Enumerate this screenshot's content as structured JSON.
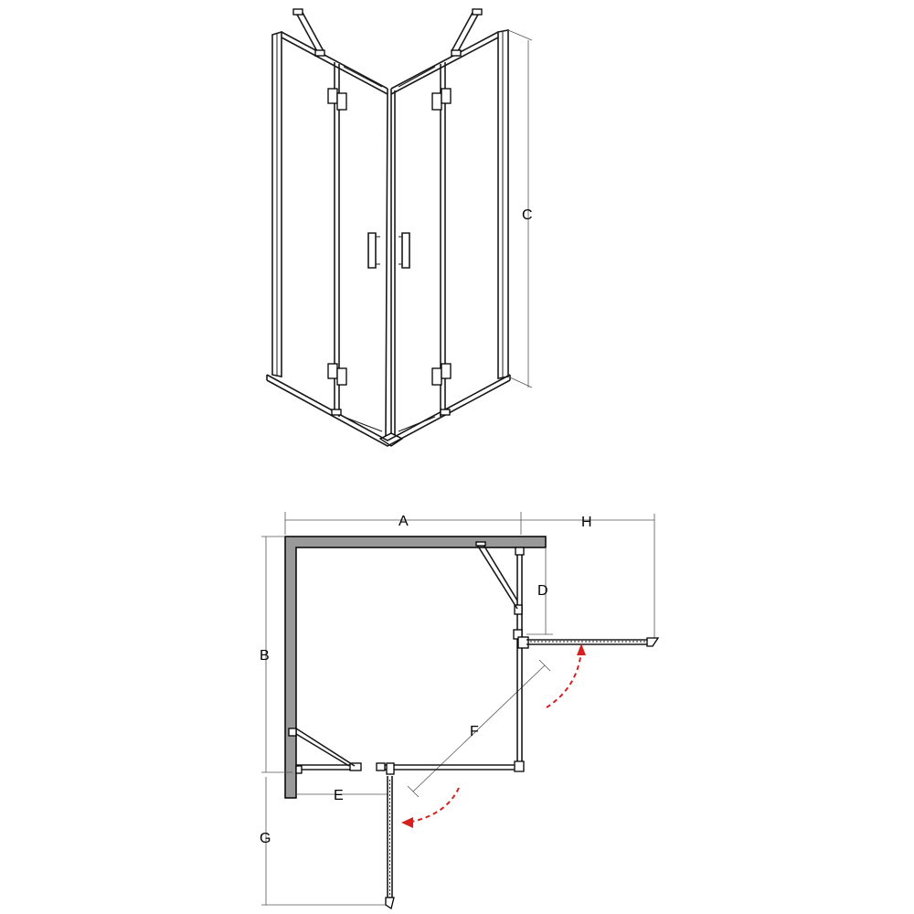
{
  "labels": {
    "A": "A",
    "B": "B",
    "C": "C",
    "D": "D",
    "E": "E",
    "F": "F",
    "G": "G",
    "H": "H"
  },
  "colors": {
    "wall_fill": "#999999",
    "line": "#1a1a1a",
    "swing_arrow": "#d62020"
  }
}
